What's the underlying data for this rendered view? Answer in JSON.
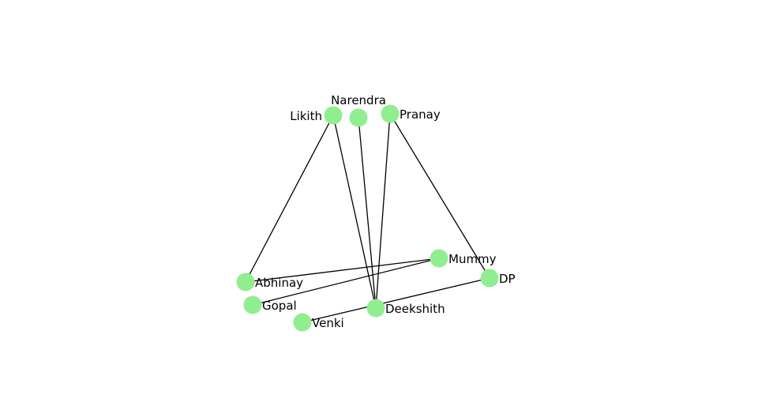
{
  "graph": {
    "node_color": "#90ee90",
    "edge_color": "#000000",
    "nodes": [
      "Likith",
      "Narendra",
      "Pranay",
      "Mummy",
      "DP",
      "Abhinay",
      "Gopal",
      "Venki",
      "Deekshith"
    ],
    "edges": [
      [
        "Likith",
        "Abhinay"
      ],
      [
        "Likith",
        "Deekshith"
      ],
      [
        "Narendra",
        "Deekshith"
      ],
      [
        "Pranay",
        "Deekshith"
      ],
      [
        "Pranay",
        "DP"
      ],
      [
        "Mummy",
        "Abhinay"
      ],
      [
        "Mummy",
        "Gopal"
      ],
      [
        "DP",
        "Venki"
      ]
    ]
  }
}
